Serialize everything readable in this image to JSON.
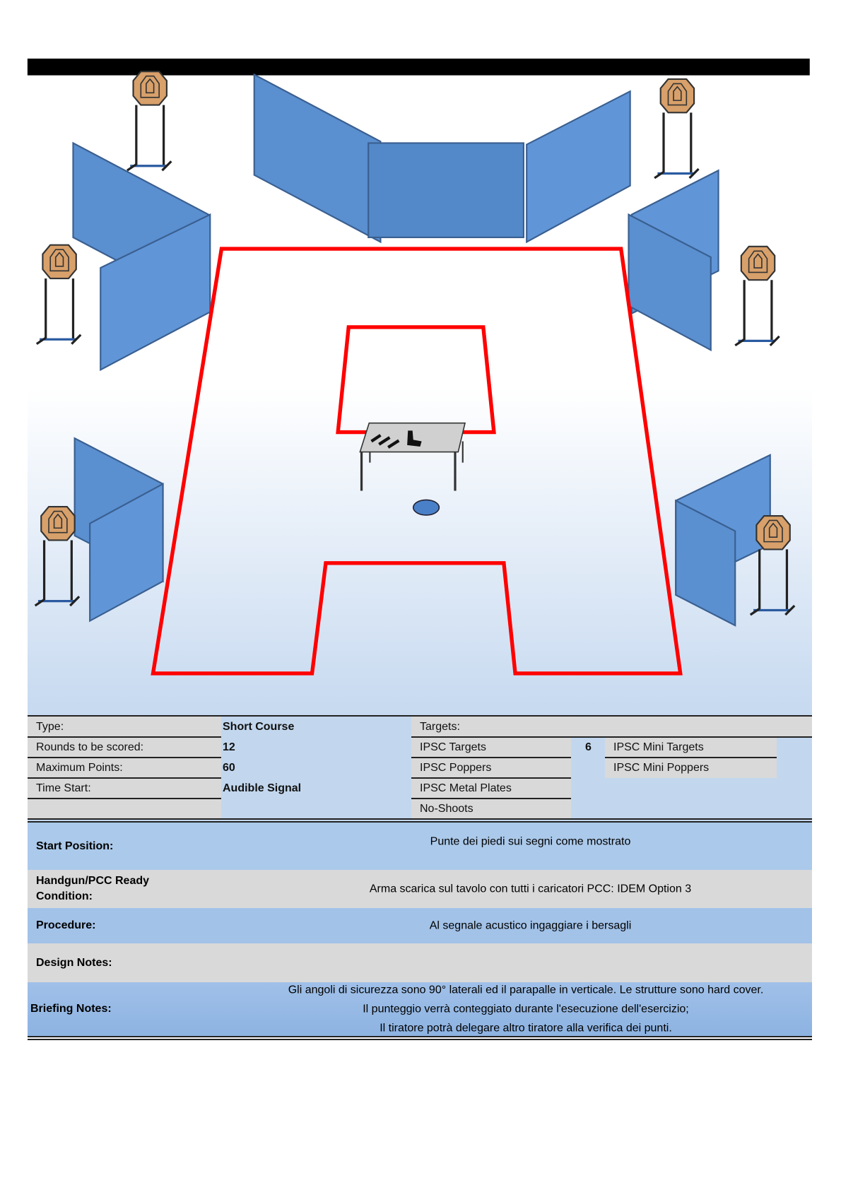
{
  "summary": {
    "type_label": "Type:",
    "type_value": "Short Course",
    "rounds_label": "Rounds to be scored:",
    "rounds_value": "12",
    "max_points_label": "Maximum Points:",
    "max_points_value": "60",
    "time_start_label": "Time Start:",
    "time_start_value": "Audible Signal"
  },
  "targets": {
    "header": "Targets:",
    "items": [
      {
        "label": "IPSC Targets",
        "count": "6"
      },
      {
        "label": "IPSC Poppers",
        "count": ""
      },
      {
        "label": "IPSC Metal Plates",
        "count": ""
      },
      {
        "label": "No-Shoots",
        "count": ""
      }
    ],
    "mini": [
      "IPSC Mini Targets",
      "IPSC Mini Poppers"
    ]
  },
  "details": [
    {
      "label": "Start Position:",
      "value": "Punte dei piedi sui segni come mostrato"
    },
    {
      "label": "Handgun/PCC Ready Condition:",
      "value": "Arma scarica sul tavolo con tutti i caricatori PCC: IDEM Option 3"
    },
    {
      "label": "Procedure:",
      "value": "Al segnale acustico ingaggiare i bersagli"
    },
    {
      "label": "Design Notes:",
      "value": ""
    }
  ],
  "briefing": {
    "label": "Briefing Notes:",
    "lines": [
      "Gli angoli di sicurezza sono 90° laterali ed il parapalle in verticale. Le strutture sono hard cover.",
      "Il punteggio verrà conteggiato durante l'esecuzione dell'esercizio;",
      "Il tiratore potrà delegare altro tiratore alla verifica dei punti."
    ]
  },
  "colors": {
    "shooting_box": "#ff0000",
    "wall": "#5a8fd0",
    "target": "#d8a06a",
    "band_blue": "#9dc0e6"
  }
}
